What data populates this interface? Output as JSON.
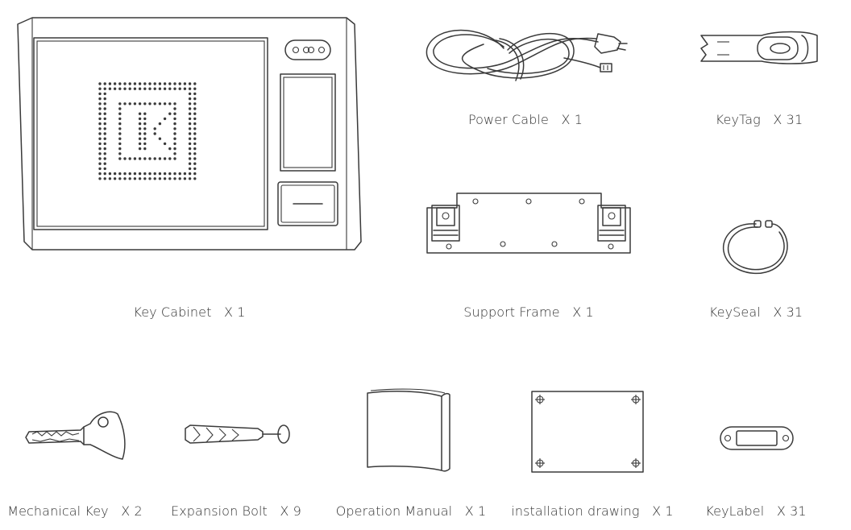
{
  "items": {
    "key_cabinet": {
      "label": "Key Cabinet   X 1"
    },
    "power_cable": {
      "label": "Power Cable   X 1"
    },
    "keytag": {
      "label": "KeyTag   X 31"
    },
    "support_frame": {
      "label": "Support Frame   X 1"
    },
    "keyseal": {
      "label": "KeySeal   X 31"
    },
    "mechanical_key": {
      "label": "Mechanical Key   X 2"
    },
    "expansion_bolt": {
      "label": "Expansion Bolt   X 9"
    },
    "operation_manual": {
      "label": "Operation Manual   X 1"
    },
    "installation_drawing": {
      "label": "installation drawing   X 1"
    },
    "keylabel": {
      "label": "KeyLabel   X 31"
    }
  }
}
